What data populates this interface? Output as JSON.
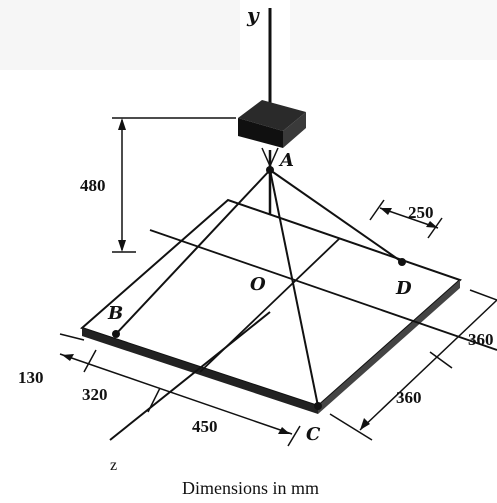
{
  "labels": {
    "axis_y": "y",
    "axis_z": "z",
    "point_a": "A",
    "point_b": "B",
    "point_c": "C",
    "point_d": "D",
    "origin": "O"
  },
  "dimensions": {
    "height": "480",
    "d_offset": "250",
    "right_top": "360",
    "right_bottom": "360",
    "left_edge": "130",
    "front_left": "320",
    "front_right": "450"
  },
  "caption": "Dimensions in mm"
}
